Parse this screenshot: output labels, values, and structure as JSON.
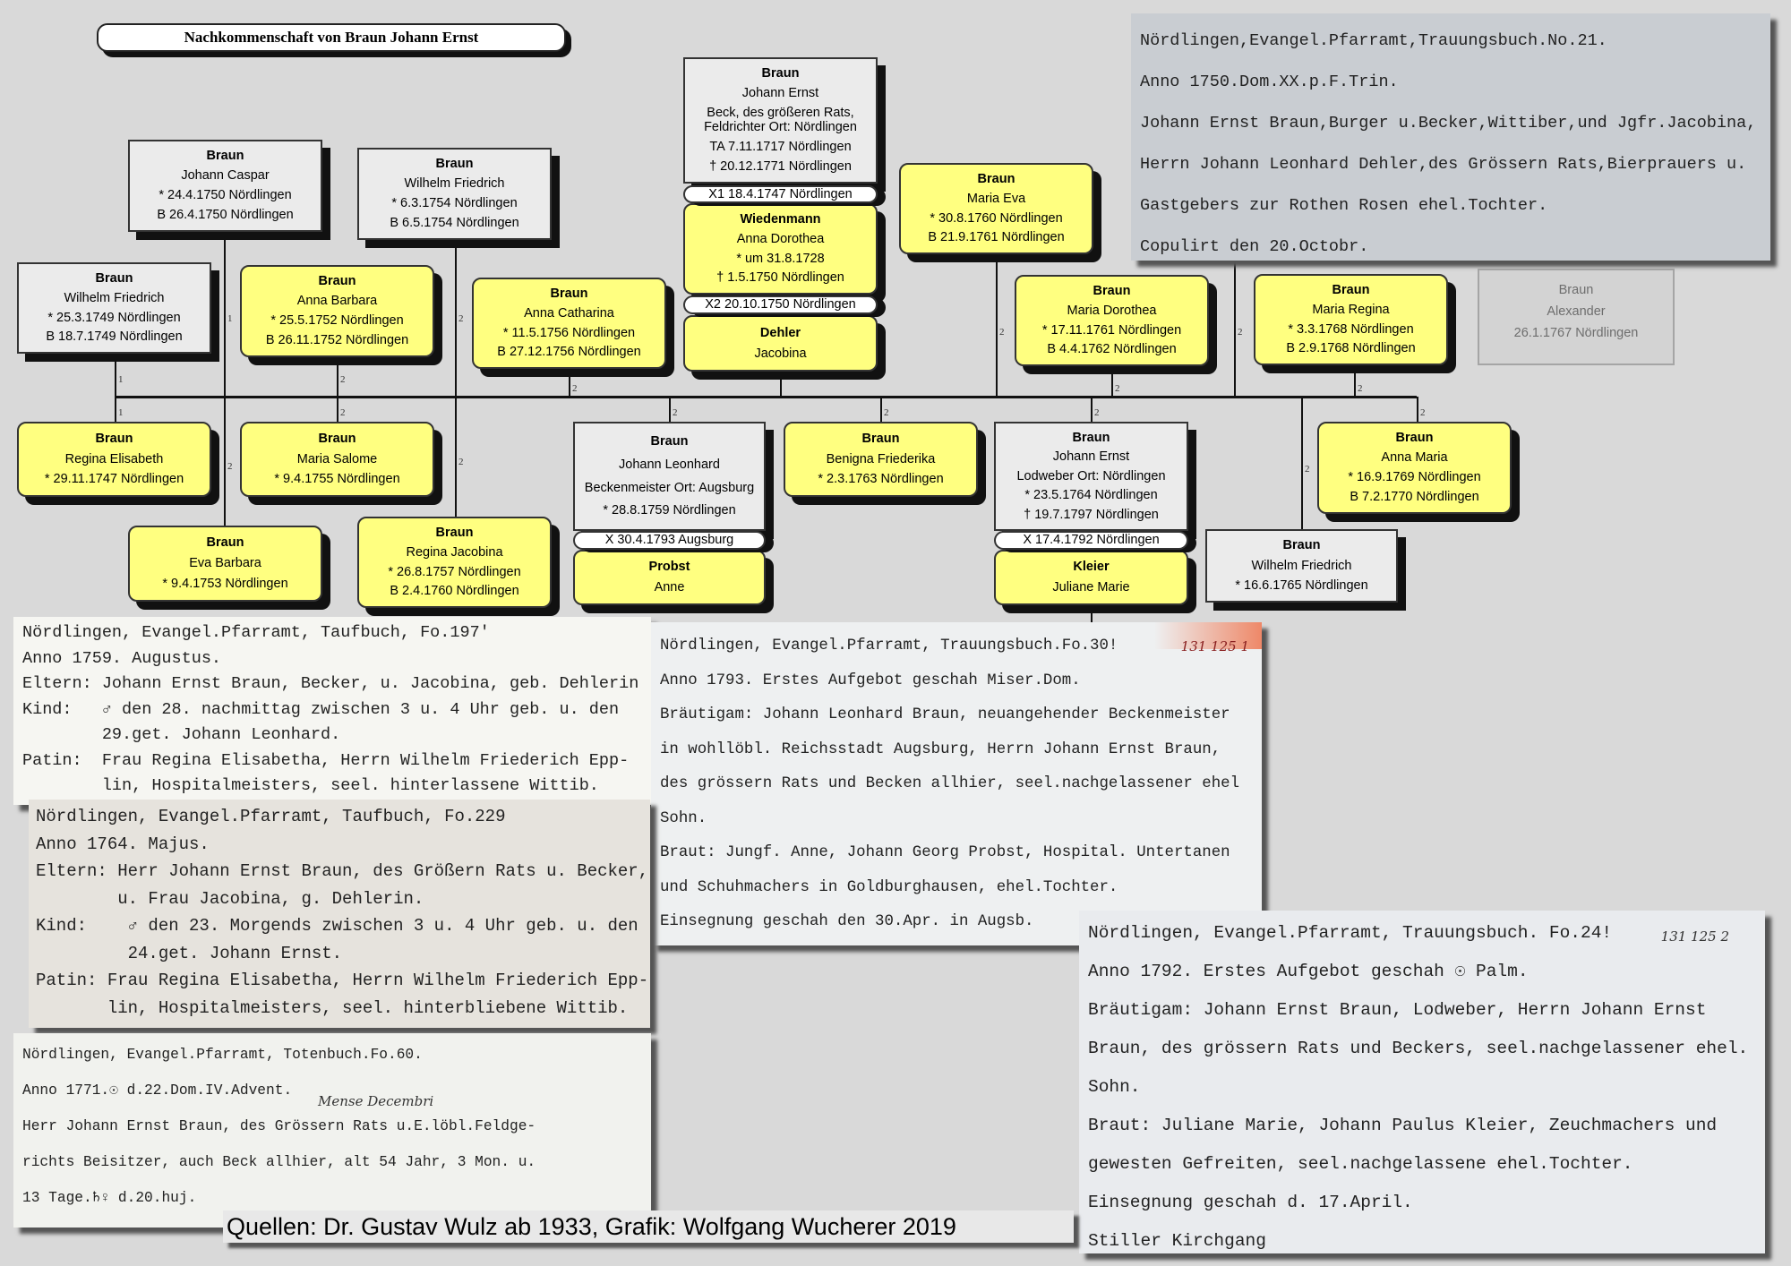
{
  "title": "Nachkommenschaft von Braun Johann Ernst",
  "markers": {
    "one": "1",
    "two": "2"
  },
  "persons": {
    "root": {
      "surname": "Braun",
      "lines": [
        "Johann Ernst",
        "Beck, des größeren Rats, Feldrichter Ort: Nördlingen",
        "TA 7.11.1717 Nördlingen",
        "† 20.12.1771 Nördlingen"
      ]
    },
    "wiedenmann": {
      "surname": "Wiedenmann",
      "lines": [
        "Anna Dorothea",
        "* um 31.8.1728",
        "† 1.5.1750 Nördlingen"
      ]
    },
    "dehler": {
      "surname": "Dehler",
      "lines": [
        "Jacobina"
      ]
    },
    "johann_caspar": {
      "surname": "Braun",
      "lines": [
        "Johann Caspar",
        "* 24.4.1750 Nördlingen",
        "B 26.4.1750 Nördlingen"
      ]
    },
    "wilhelm_friedrich_1754": {
      "surname": "Braun",
      "lines": [
        "Wilhelm Friedrich",
        "* 6.3.1754 Nördlingen",
        "B 6.5.1754 Nördlingen"
      ]
    },
    "wilhelm_friedrich_1749": {
      "surname": "Braun",
      "lines": [
        "Wilhelm Friedrich",
        "* 25.3.1749 Nördlingen",
        "B 18.7.1749 Nördlingen"
      ]
    },
    "anna_barbara": {
      "surname": "Braun",
      "lines": [
        "Anna Barbara",
        "* 25.5.1752 Nördlingen",
        "B 26.11.1752 Nördlingen"
      ]
    },
    "anna_catharina": {
      "surname": "Braun",
      "lines": [
        "Anna Catharina",
        "* 11.5.1756 Nördlingen",
        "B 27.12.1756 Nördlingen"
      ]
    },
    "maria_eva": {
      "surname": "Braun",
      "lines": [
        "Maria Eva",
        "* 30.8.1760 Nördlingen",
        "B 21.9.1761 Nördlingen"
      ]
    },
    "maria_dorothea": {
      "surname": "Braun",
      "lines": [
        "Maria Dorothea",
        "* 17.11.1761 Nördlingen",
        "B 4.4.1762 Nördlingen"
      ]
    },
    "maria_regina": {
      "surname": "Braun",
      "lines": [
        "Maria Regina",
        "* 3.3.1768 Nördlingen",
        "B 2.9.1768 Nördlingen"
      ]
    },
    "regina_elisabeth": {
      "surname": "Braun",
      "lines": [
        "Regina Elisabeth",
        "* 29.11.1747 Nördlingen"
      ]
    },
    "maria_salome": {
      "surname": "Braun",
      "lines": [
        "Maria Salome",
        "* 9.4.1755 Nördlingen"
      ]
    },
    "johann_leonhard": {
      "surname": "Braun",
      "lines": [
        "Johann Leonhard",
        "Beckenmeister Ort: Augsburg",
        "* 28.8.1759 Nördlingen"
      ]
    },
    "probst": {
      "surname": "Probst",
      "lines": [
        "Anne"
      ]
    },
    "benigna_friederika": {
      "surname": "Braun",
      "lines": [
        "Benigna Friederika",
        "* 2.3.1763 Nördlingen"
      ]
    },
    "johann_ernst_jr": {
      "surname": "Braun",
      "lines": [
        "Johann Ernst",
        "Lodweber Ort: Nördlingen",
        "* 23.5.1764 Nördlingen",
        "† 19.7.1797 Nördlingen"
      ]
    },
    "kleier": {
      "surname": "Kleier",
      "lines": [
        "Juliane Marie"
      ]
    },
    "anna_maria": {
      "surname": "Braun",
      "lines": [
        "Anna Maria",
        "* 16.9.1769 Nördlingen",
        "B 7.2.1770 Nördlingen"
      ]
    },
    "wilhelm_friedrich_1765": {
      "surname": "Braun",
      "lines": [
        "Wilhelm Friedrich",
        "* 16.6.1765 Nördlingen"
      ]
    },
    "eva_barbara": {
      "surname": "Braun",
      "lines": [
        "Eva Barbara",
        "* 9.4.1753 Nördlingen"
      ]
    },
    "regina_jacobina": {
      "surname": "Braun",
      "lines": [
        "Regina Jacobina",
        "* 26.8.1757 Nördlingen",
        "B 2.4.1760 Nördlingen"
      ]
    }
  },
  "marriages": {
    "x1": "X1 18.4.1747 Nördlingen",
    "x2": "X2 20.10.1750 Nördlingen",
    "leonhard": "X 30.4.1793 Augsburg",
    "ernst_jr": "X 17.4.1792 Nördlingen"
  },
  "ghost": {
    "surname": "Braun",
    "given": "Alexander",
    "birth": "26.1.1767 Nördlingen"
  },
  "documents": {
    "trauung_1750": {
      "lines": [
        "Nördlingen,Evangel.Pfarramt,Trauungsbuch.No.21.",
        "Anno 1750.Dom.XX.p.F.Trin.",
        "Johann Ernst Braun,Burger u.Becker,Wittiber,und Jgfr.Jacobina,",
        "Herrn Johann Leonhard Dehler,des Grössern Rats,Bierprauers u.",
        "Gastgebers zur Rothen Rosen ehel.Tochter.",
        "Copulirt den 20.Octobr."
      ]
    },
    "tauf_1759": {
      "lines": [
        "Nördlingen, Evangel.Pfarramt, Taufbuch, Fo.197'",
        "Anno 1759. Augustus.",
        "Eltern: Johann Ernst Braun, Becker, u. Jacobina, geb. Dehlerin",
        "Kind:   ♂ den 28. nachmittag zwischen 3 u. 4 Uhr geb. u. den",
        "        29.get. Johann Leonhard.",
        "Patin:  Frau Regina Elisabetha, Herrn Wilhelm Friederich Epp-",
        "        lin, Hospitalmeisters, seel. hinterlassene Wittib."
      ]
    },
    "tauf_1764": {
      "lines": [
        "Nördlingen, Evangel.Pfarramt, Taufbuch, Fo.229",
        "Anno 1764. Majus.",
        "Eltern: Herr Johann Ernst Braun, des Größern Rats u. Becker,",
        "        u. Frau Jacobina, g. Dehlerin.",
        "Kind:    ♂ den 23. Morgends zwischen 3 u. 4 Uhr geb. u. den",
        "         24.get. Johann Ernst.",
        "Patin: Frau Regina Elisabetha, Herrn Wilhelm Friederich Epp-",
        "       lin, Hospitalmeisters, seel. hinterbliebene Wittib."
      ]
    },
    "toten_1771": {
      "note": "Mense Decembri",
      "lines": [
        "Nördlingen, Evangel.Pfarramt, Totenbuch.Fo.60.",
        "Anno 1771.☉ d.22.Dom.IV.Advent.",
        "Herr Johann Ernst Braun, des Grössern Rats u.E.löbl.Feldge-",
        "richts Beisitzer, auch Beck allhier, alt 54 Jahr, 3 Mon. u.",
        "13 Tage.♄♀ d.20.huj."
      ]
    },
    "trauung_1793": {
      "note": "131 125 1",
      "lines": [
        "Nördlingen, Evangel.Pfarramt, Trauungsbuch.Fo.30!",
        "Anno 1793. Erstes Aufgebot geschah Miser.Dom.",
        "Bräutigam: Johann Leonhard Braun, neuangehender Beckenmeister",
        "in wohllöbl. Reichsstadt Augsburg, Herrn Johann Ernst Braun,",
        "des grössern Rats und Becken allhier, seel.nachgelassener ehel",
        "Sohn.",
        "Braut: Jungf. Anne, Johann Georg Probst, Hospital. Untertanen",
        "und Schuhmachers in Goldburghausen, ehel.Tochter.",
        "Einsegnung geschah den 30.Apr. in Augsb."
      ]
    },
    "trauung_1792": {
      "note": "131 125 2",
      "lines": [
        "Nördlingen, Evangel.Pfarramt, Trauungsbuch. Fo.24!",
        "Anno 1792. Erstes Aufgebot geschah ☉ Palm.",
        "Bräutigam: Johann Ernst Braun, Lodweber, Herrn Johann Ernst",
        "Braun, des grössern Rats und Beckers, seel.nachgelassener ehel.",
        "Sohn.",
        "Braut: Juliane Marie, Johann Paulus Kleier, Zeuchmachers und",
        "gewesten Gefreiten, seel.nachgelassene ehel.Tochter.",
        "Einsegnung geschah d. 17.April.",
        "Stiller Kirchgang"
      ]
    }
  },
  "caption": "Quellen: Dr. Gustav Wulz ab 1933, Grafik: Wolfgang Wucherer 2019",
  "colors": {
    "background": "#d9d9d9",
    "person_box": "#ebebeb",
    "spouse_box": "#ffff80",
    "underline": "#c0304a"
  }
}
